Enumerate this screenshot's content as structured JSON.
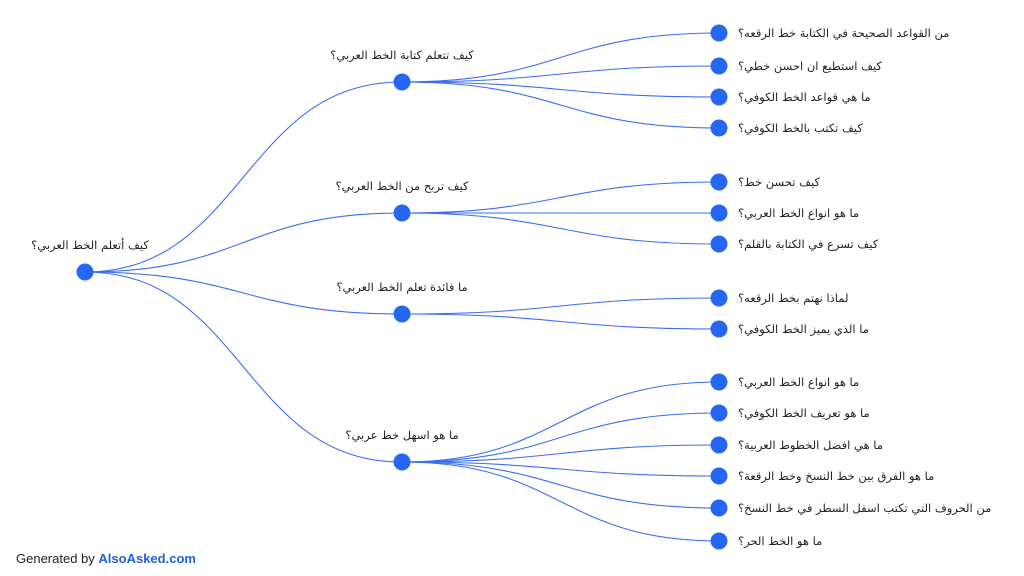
{
  "colors": {
    "node": "#2567f2",
    "edge": "#3b6ef0",
    "brand": "#1f5fe0"
  },
  "root": {
    "label": "كيف أتعلم الخط العربي؟",
    "children": [
      {
        "label": "كيف تتعلم كتابة الخط العربي؟",
        "children": [
          "من القواعد الصحيحة في الكتابة خط الرقعه؟",
          "كيف استطيع ان احسن خطي؟",
          "ما هي قواعد الخط الكوفي؟",
          "كيف تكتب بالخط الكوفي؟"
        ]
      },
      {
        "label": "كيف تربح من الخط العربي؟",
        "children": [
          "كيف تحسن خط؟",
          "ما هو انواع الخط العربي؟",
          "كيف تسرع في الكتابة بالقلم؟"
        ]
      },
      {
        "label": "ما فائدة تعلم الخط العربي؟",
        "children": [
          "لماذا نهتم بخط الرقعه؟",
          "ما الذي يميز الخط الكوفي؟"
        ]
      },
      {
        "label": "ما هو اسهل خط عربي؟",
        "children": [
          "ما هو انواع الخط العربي؟",
          "ما هو تعريف الخط الكوفي؟",
          "ما هي افضل الخطوط العربية؟",
          "ما هو الفرق بين خط النسخ وخط الرقعة؟",
          "من الحروف التي تكتب اسفل السطر في خط النسخ؟",
          "ما هو الخط الحر؟"
        ]
      }
    ]
  },
  "footer": {
    "prefix": "Generated by",
    "brand": "AlsoAsked.com"
  }
}
